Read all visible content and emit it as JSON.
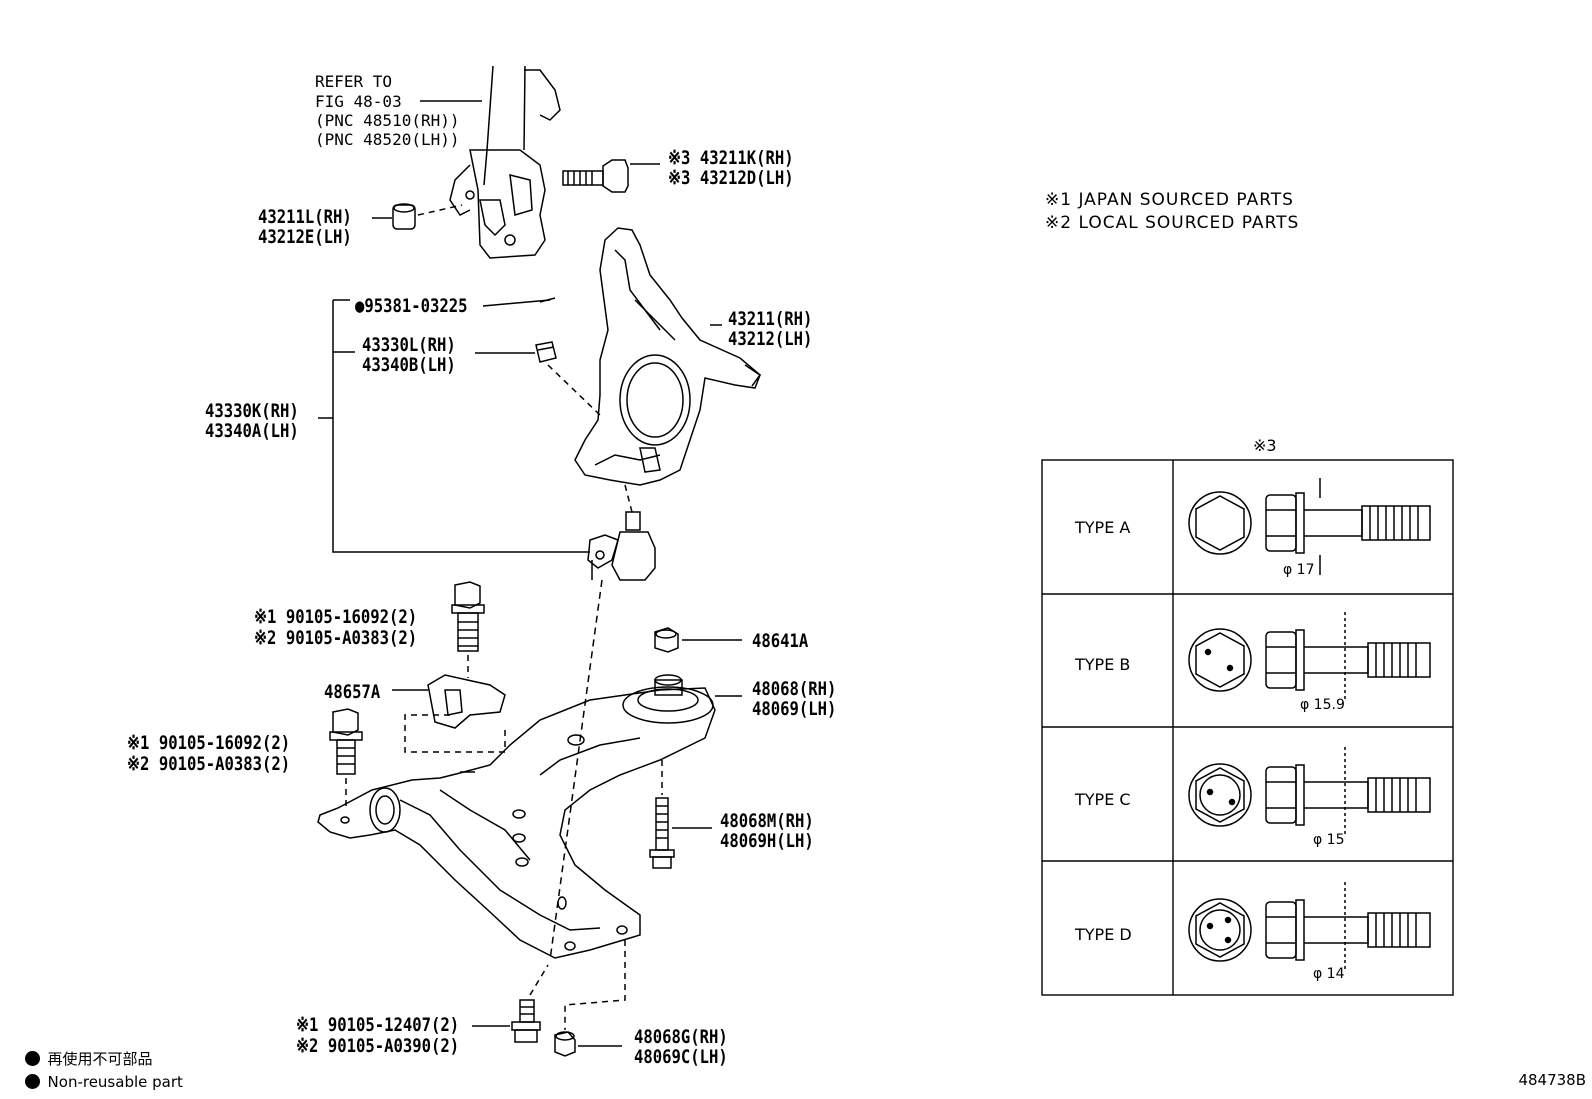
{
  "refer": {
    "line1": "REFER TO",
    "line2": "FIG 48-03",
    "line3": "(PNC 48510(RH))",
    "line4": "(PNC 48520(LH))"
  },
  "parts": {
    "p43211K": "※3 43211K(RH)",
    "p43212D": "※3 43212D(LH)",
    "p43211L": "43211L(RH)",
    "p43212E": "43212E(LH)",
    "p95381": "●95381-03225",
    "p43330L": "43330L(RH)",
    "p43340B": "43340B(LH)",
    "p43330K": "43330K(RH)",
    "p43340A": "43340A(LH)",
    "p43211": "43211(RH)",
    "p43212": "43212(LH)",
    "bolt1a": "※1 90105-16092(2)",
    "bolt1b": "※2 90105-A0383(2)",
    "p48641A": "48641A",
    "p48657A": "48657A",
    "p48068": "48068(RH)",
    "p48069": "48069(LH)",
    "bolt2a": "※1 90105-16092(2)",
    "bolt2b": "※2 90105-A0383(2)",
    "p48068M": "48068M(RH)",
    "p48069H": "48069H(LH)",
    "bolt3a": "※1 90105-12407(2)",
    "bolt3b": "※2 90105-A0390(2)",
    "p48068G": "48068G(RH)",
    "p48069C": "48069C(LH)"
  },
  "notes": {
    "n1": "※1 JAPAN SOURCED PARTS",
    "n2": "※2 LOCAL SOURCED PARTS"
  },
  "table": {
    "title": "※3",
    "rows": [
      {
        "type": "TYPE A",
        "diameter": "φ 17"
      },
      {
        "type": "TYPE B",
        "diameter": "φ 15.9"
      },
      {
        "type": "TYPE C",
        "diameter": "φ 15"
      },
      {
        "type": "TYPE D",
        "diameter": "φ 14"
      }
    ]
  },
  "legend": {
    "jp": "再使用不可部品",
    "en": "Non-reusable part"
  },
  "figure_id": "484738B"
}
